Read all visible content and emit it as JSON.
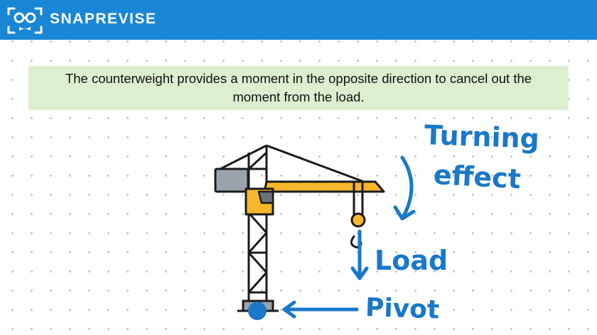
{
  "header": {
    "brand": "SNAPREVISE"
  },
  "caption": {
    "text": "The counterweight provides a moment in the opposite direction to cancel out the moment from the load."
  },
  "labels": {
    "turning": "Turning",
    "effect": "effect",
    "load": "Load",
    "pivot": "Pivot"
  },
  "colors": {
    "header_blue": "#1a86d6",
    "caption_green": "#dcefcf",
    "crane_yellow": "#f6b82a",
    "annotation_blue": "#1a78c8",
    "counterweight_grey": "#9aa3ab"
  },
  "icons": {
    "logo": "snaprevise-face-icon"
  }
}
